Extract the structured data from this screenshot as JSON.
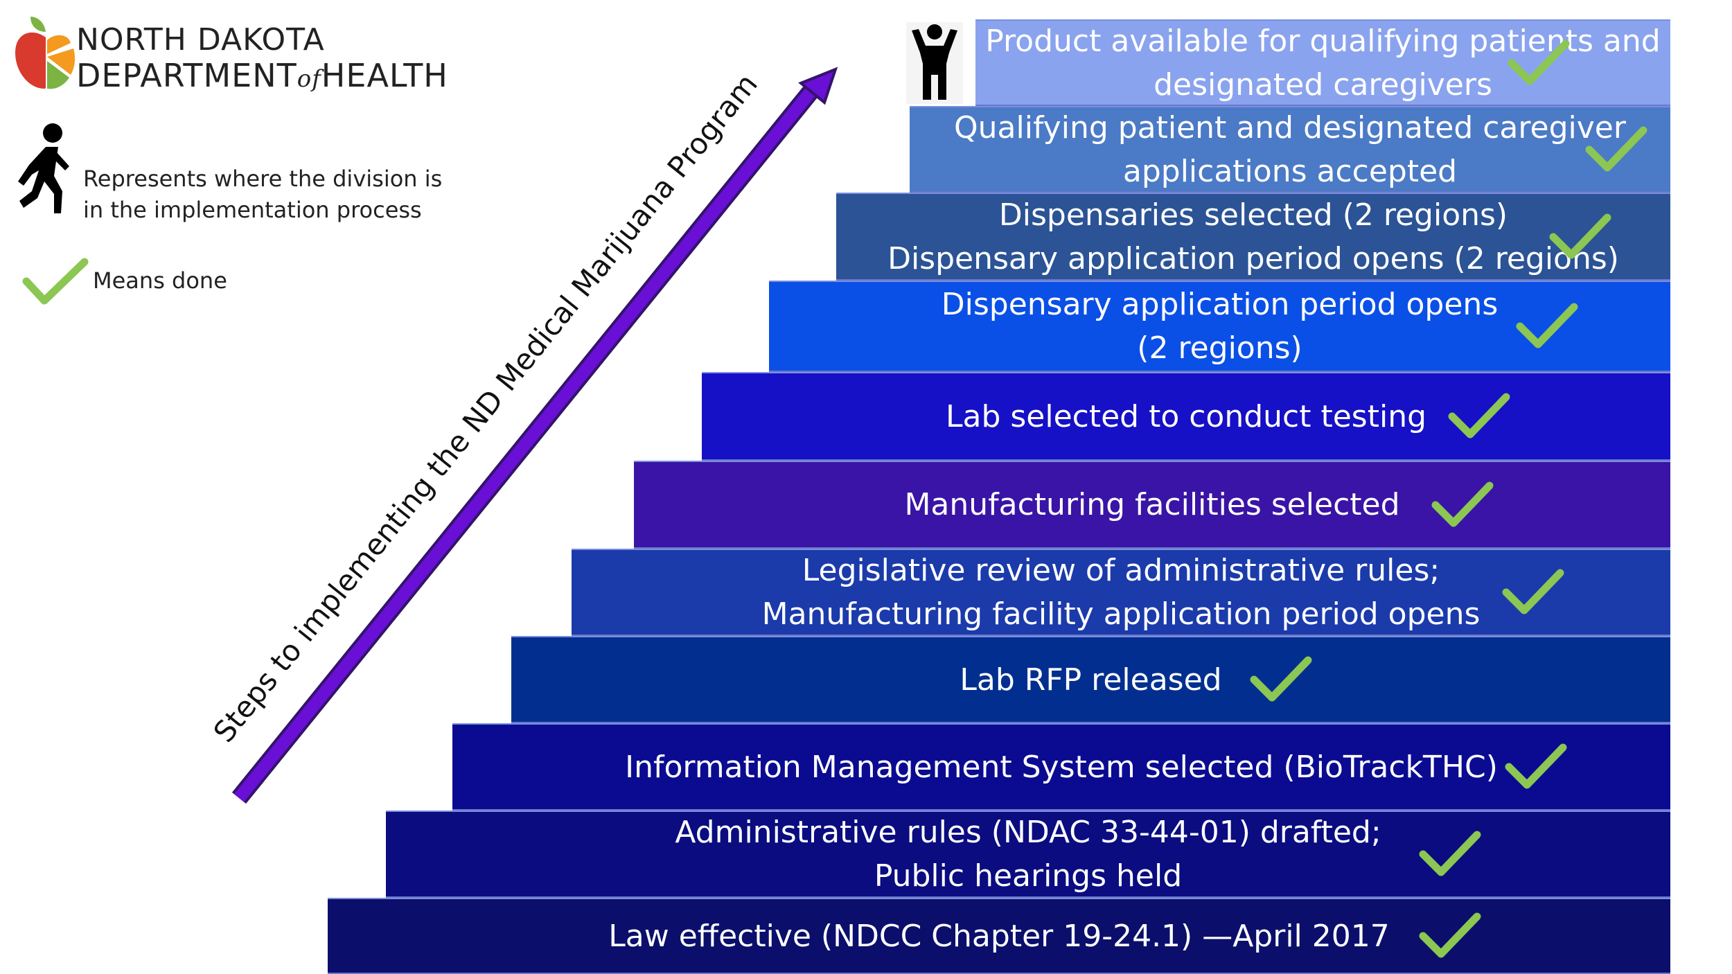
{
  "logo": {
    "line1": "NORTH DAKOTA",
    "line2_a": "DEPARTMENT",
    "line2_of": "of",
    "line2_b": "HEALTH"
  },
  "legend": {
    "walker_icon": "walking-person-icon",
    "walker_text": "Represents where the division is in the implementation process",
    "check_icon": "checkmark-icon",
    "check_text": "Means done"
  },
  "arrow": {
    "label": "Steps to implementing the ND Medical Marijuana Program",
    "color": "#6a0fd6"
  },
  "colors": {
    "check": "#8cc653",
    "logo_red": "#d83a2e",
    "logo_orange": "#f39a1f",
    "logo_green": "#7cb342"
  },
  "steps": [
    {
      "label": "Law effective (NDCC Chapter 19-24.1) —April 2017",
      "done": true,
      "color": "#0b0f6b"
    },
    {
      "label": "Administrative rules  (NDAC 33-44-01) drafted;\nPublic hearings held",
      "done": true,
      "color": "#0a0c80"
    },
    {
      "label": "Information Management System selected (BioTrackTHC)",
      "done": true,
      "color": "#0b0b92"
    },
    {
      "label": "Lab RFP released",
      "done": true,
      "color": "#022f8f"
    },
    {
      "label": "Legislative review of administrative rules;\nManufacturing facility application period opens",
      "done": true,
      "color": "#1b3bab"
    },
    {
      "label": "Manufacturing facilities selected",
      "done": true,
      "color": "#3a14a6"
    },
    {
      "label": "Lab selected to conduct testing",
      "done": true,
      "color": "#1610c6"
    },
    {
      "label": "Dispensary application period opens\n(2 regions)",
      "done": true,
      "color": "#0b50e6"
    },
    {
      "label": "Dispensaries selected (2 regions)\nDispensary application period opens (2 regions)",
      "done": true,
      "color": "#2b5395"
    },
    {
      "label": "Qualifying patient and designated caregiver\napplications accepted",
      "done": true,
      "color": "#4b7ac6"
    },
    {
      "label": "Product available for qualifying patients and\ndesignated caregivers",
      "done": true,
      "color": "#8aa3ee"
    }
  ],
  "current_step_icon": "person-arms-raised-icon"
}
